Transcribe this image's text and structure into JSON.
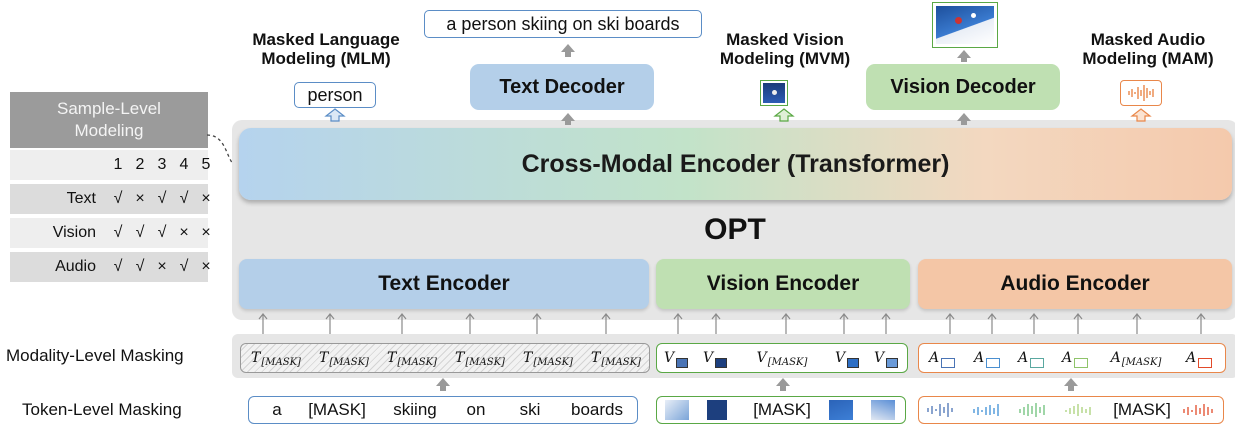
{
  "sample_level": {
    "title": "Sample-Level Modeling",
    "columns": [
      "1",
      "2",
      "3",
      "4",
      "5"
    ],
    "rows": [
      {
        "label": "Text",
        "values": [
          "√",
          "×",
          "√",
          "√",
          "×"
        ]
      },
      {
        "label": "Vision",
        "values": [
          "√",
          "√",
          "√",
          "×",
          "×"
        ]
      },
      {
        "label": "Audio",
        "values": [
          "√",
          "√",
          "×",
          "√",
          "×"
        ]
      }
    ]
  },
  "heads": {
    "mlm_title": "Masked Language Modeling (MLM)",
    "mlm_output": "person",
    "text_decoder": "Text Decoder",
    "text_decoder_output": "a person skiing on ski boards",
    "mvm_title": "Masked Vision Modeling (MVM)",
    "vision_decoder": "Vision Decoder",
    "mam_title": "Masked Audio Modeling (MAM)"
  },
  "core": {
    "cross_modal_encoder": "Cross-Modal Encoder (Transformer)",
    "model_name": "OPT",
    "text_encoder": "Text Encoder",
    "vision_encoder": "Vision Encoder",
    "audio_encoder": "Audio Encoder"
  },
  "modality_masking": {
    "label": "Modality-Level Masking",
    "text_tokens": [
      {
        "sym": "T",
        "sub": "[MASK]"
      },
      {
        "sym": "T",
        "sub": "[MASK]"
      },
      {
        "sym": "T",
        "sub": "[MASK]"
      },
      {
        "sym": "T",
        "sub": "[MASK]"
      },
      {
        "sym": "T",
        "sub": "[MASK]"
      },
      {
        "sym": "T",
        "sub": "[MASK]"
      }
    ],
    "vision_tokens": [
      {
        "sym": "V",
        "sub": ""
      },
      {
        "sym": "V",
        "sub": ""
      },
      {
        "sym": "V",
        "sub": "[MASK]"
      },
      {
        "sym": "V",
        "sub": ""
      },
      {
        "sym": "V",
        "sub": ""
      }
    ],
    "audio_tokens": [
      {
        "sym": "A",
        "sub": ""
      },
      {
        "sym": "A",
        "sub": ""
      },
      {
        "sym": "A",
        "sub": ""
      },
      {
        "sym": "A",
        "sub": ""
      },
      {
        "sym": "A",
        "sub": "[MASK]"
      },
      {
        "sym": "A",
        "sub": ""
      }
    ]
  },
  "token_masking": {
    "label": "Token-Level Masking",
    "text_words": [
      "a",
      "[MASK]",
      "skiing",
      "on",
      "ski",
      "boards"
    ],
    "vision_mask": "[MASK]",
    "audio_mask": "[MASK]"
  },
  "colors": {
    "text": "#5b8dc6",
    "vision": "#5aa845",
    "audio": "#e9874a",
    "gray_panel": "#e6e6e6"
  }
}
